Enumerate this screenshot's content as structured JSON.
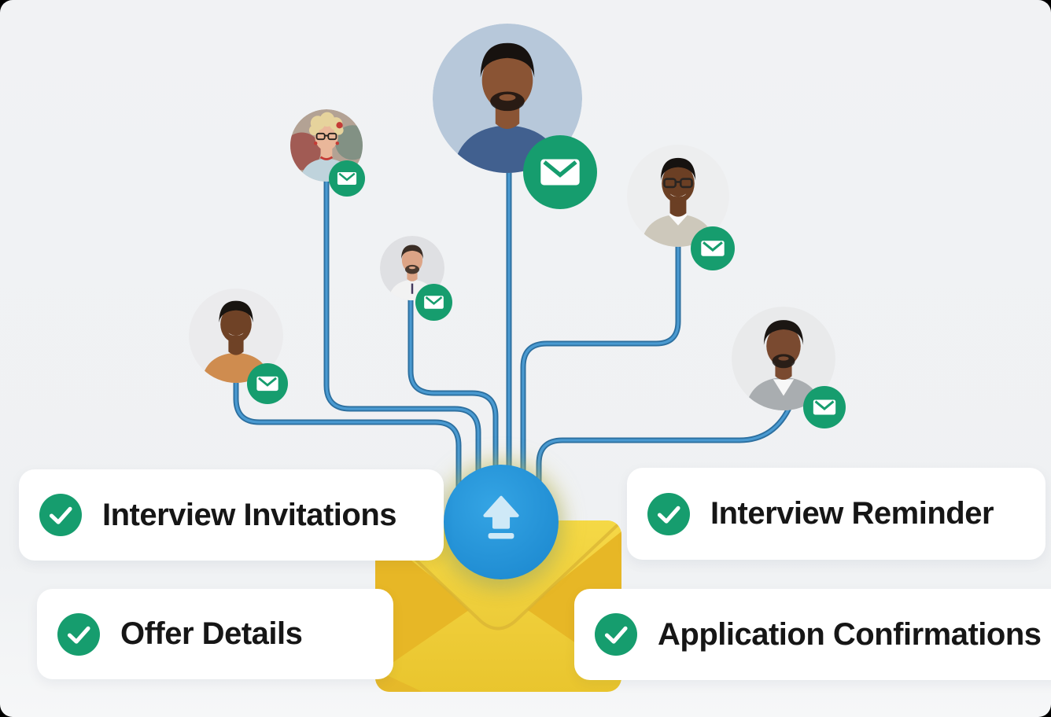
{
  "cards": [
    {
      "id": "interview-invitations",
      "label": "Interview Invitations"
    },
    {
      "id": "interview-reminder",
      "label": "Interview Reminder"
    },
    {
      "id": "offer-details",
      "label": "Offer Details"
    },
    {
      "id": "application-confirmations",
      "label": "Application Confirmations"
    }
  ],
  "icons": {
    "card_bullet": "check-icon",
    "avatar_badge": "mail-icon",
    "hub_button": "upload-icon",
    "hub_base": "envelope-illustration"
  },
  "colors": {
    "outer-bg": "#000000",
    "page-bg": "#f2f3f5",
    "card-bg": "#ffffff",
    "text": "#161616",
    "green": "#169d6e",
    "wire-edge": "#2c6f9f",
    "wire-core": "#4a9ad1",
    "blue-btn-1": "#34a4e4",
    "blue-btn-2": "#1f8cd2",
    "upload-glyph": "#cfe9f7",
    "env-body-1": "#f6d847",
    "env-body-2": "#e9c52e",
    "env-side": "#e7b726",
    "env-flap-1": "#f5d946",
    "env-flap-2": "#eccb38",
    "env-edge": "#d9b434"
  },
  "avatars": [
    {
      "name": "candidate-top-center",
      "palette": {
        "bg": "#b7c8da",
        "skin": "#8a5434",
        "hair": "#17120f",
        "shirt": "#41608f"
      }
    },
    {
      "name": "candidate-woman",
      "palette": {
        "bg": "#b3a294",
        "bg2": "#9c4a43",
        "bg3": "#6d8a7e",
        "skin": "#eab79a",
        "hair": "#e6d39c",
        "shirt": "#bfd3dc",
        "accent": "#c43b35"
      }
    },
    {
      "name": "candidate-bearded",
      "palette": {
        "bg": "#dfe0e3",
        "skin": "#dca486",
        "hair": "#3a2d25",
        "shirt": "#f2f2f2",
        "accent": "#453a5e"
      }
    },
    {
      "name": "candidate-orange-shirt",
      "palette": {
        "bg": "#ebebed",
        "skin": "#6f4226",
        "hair": "#181410",
        "shirt": "#cf8c4f"
      }
    },
    {
      "name": "candidate-sweater",
      "palette": {
        "bg": "#edeeef",
        "skin": "#6b3f24",
        "hair": "#161210",
        "shirt": "#cdc8bb"
      }
    },
    {
      "name": "candidate-gray-suit",
      "palette": {
        "bg": "#e9eaeb",
        "skin": "#7a4a30",
        "hair": "#1b1613",
        "shirt": "#a9adb0"
      }
    }
  ]
}
